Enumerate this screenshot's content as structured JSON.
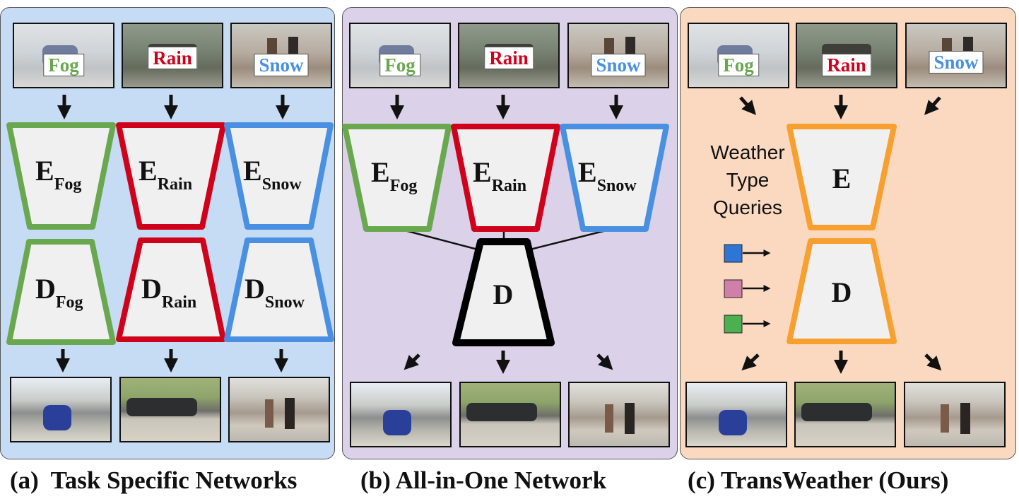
{
  "weather_labels": {
    "fog": "Fog",
    "rain": "Rain",
    "snow": "Snow"
  },
  "colors": {
    "fog": "#6aa84f",
    "rain": "#d0021b",
    "snow": "#4a90e2",
    "shared": "#f7a030",
    "decoder_b": "#000000",
    "panel_a": "#c6dbf4",
    "panel_b": "#dbd1e8",
    "panel_c": "#fbd9c1"
  },
  "panel_a": {
    "caption": "(a)  Task Specific Networks",
    "encoders": [
      {
        "main": "E",
        "sub": "Fog",
        "color_key": "fog"
      },
      {
        "main": "E",
        "sub": "Rain",
        "color_key": "rain"
      },
      {
        "main": "E",
        "sub": "Snow",
        "color_key": "snow"
      }
    ],
    "decoders": [
      {
        "main": "D",
        "sub": "Fog",
        "color_key": "fog"
      },
      {
        "main": "D",
        "sub": "Rain",
        "color_key": "rain"
      },
      {
        "main": "D",
        "sub": "Snow",
        "color_key": "snow"
      }
    ]
  },
  "panel_b": {
    "caption": "(b) All-in-One Network",
    "encoders": [
      {
        "main": "E",
        "sub": "Fog",
        "color_key": "fog"
      },
      {
        "main": "E",
        "sub": "Rain",
        "color_key": "rain"
      },
      {
        "main": "E",
        "sub": "Snow",
        "color_key": "snow"
      }
    ],
    "decoder": {
      "main": "D"
    }
  },
  "panel_c": {
    "caption": "(c) TransWeather (Ours)",
    "encoder": {
      "main": "E"
    },
    "decoder": {
      "main": "D"
    },
    "queries_label": [
      "Weather",
      "Type",
      "Queries"
    ],
    "query_colors": [
      "#2e75d6",
      "#d080a8",
      "#4caf50"
    ]
  }
}
